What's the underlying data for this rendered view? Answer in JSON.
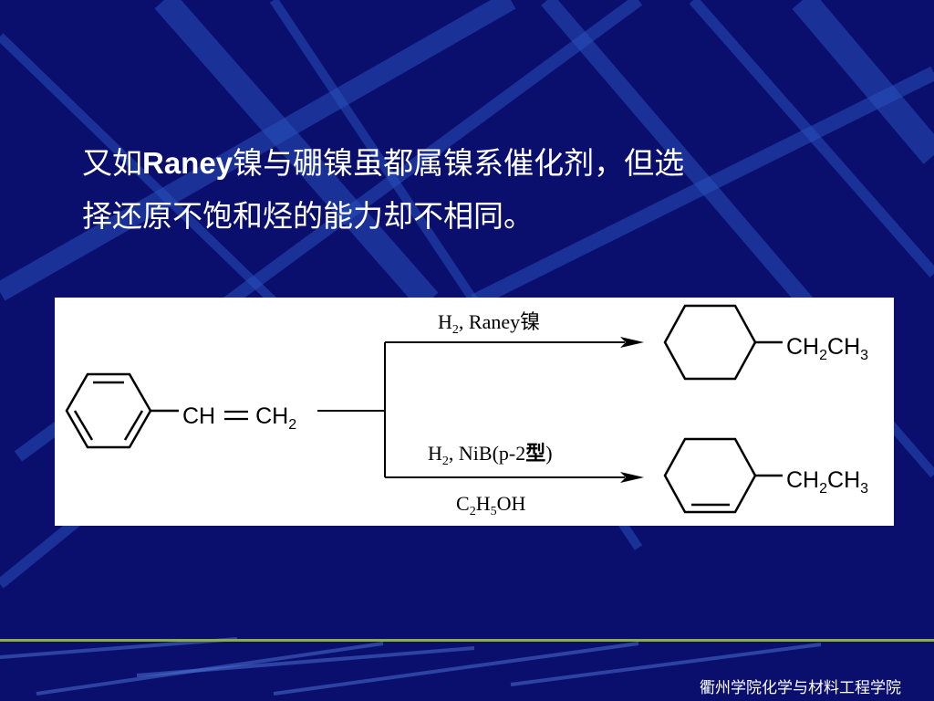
{
  "slide": {
    "text_line1_pre": "又如",
    "text_line1_bold": "Raney",
    "text_line1_post": "镍与硼镍虽都属镍系催化剂，但选",
    "text_line2": "择还原不饱和烃的能力却不相同。"
  },
  "scheme": {
    "reactant": {
      "ch": "CH",
      "ch2": "CH",
      "sub2": "2"
    },
    "upper_condition": {
      "h": "H",
      "sub": "2",
      "rest": ", Raney镍"
    },
    "lower_condition": {
      "h": "H",
      "sub": "2",
      "rest": ", NiB(p-2",
      "type": "型",
      "close": ")"
    },
    "lower_solvent": {
      "c": "C",
      "c_sub": "2",
      "h": "H",
      "h_sub": "5",
      "oh": "OH"
    },
    "product_upper": {
      "ch": "CH",
      "sub1": "2",
      "ch3": "CH",
      "sub2": "3"
    },
    "product_lower": {
      "ch": "CH",
      "sub1": "2",
      "ch3": "CH",
      "sub2": "3"
    }
  },
  "footer": {
    "text": "衢州学院化学与材料工程学院"
  },
  "colors": {
    "background": "#0a0f6e",
    "scheme_bg": "#ffffff",
    "text": "#ffffff",
    "footer_line": "#8cae3c"
  }
}
